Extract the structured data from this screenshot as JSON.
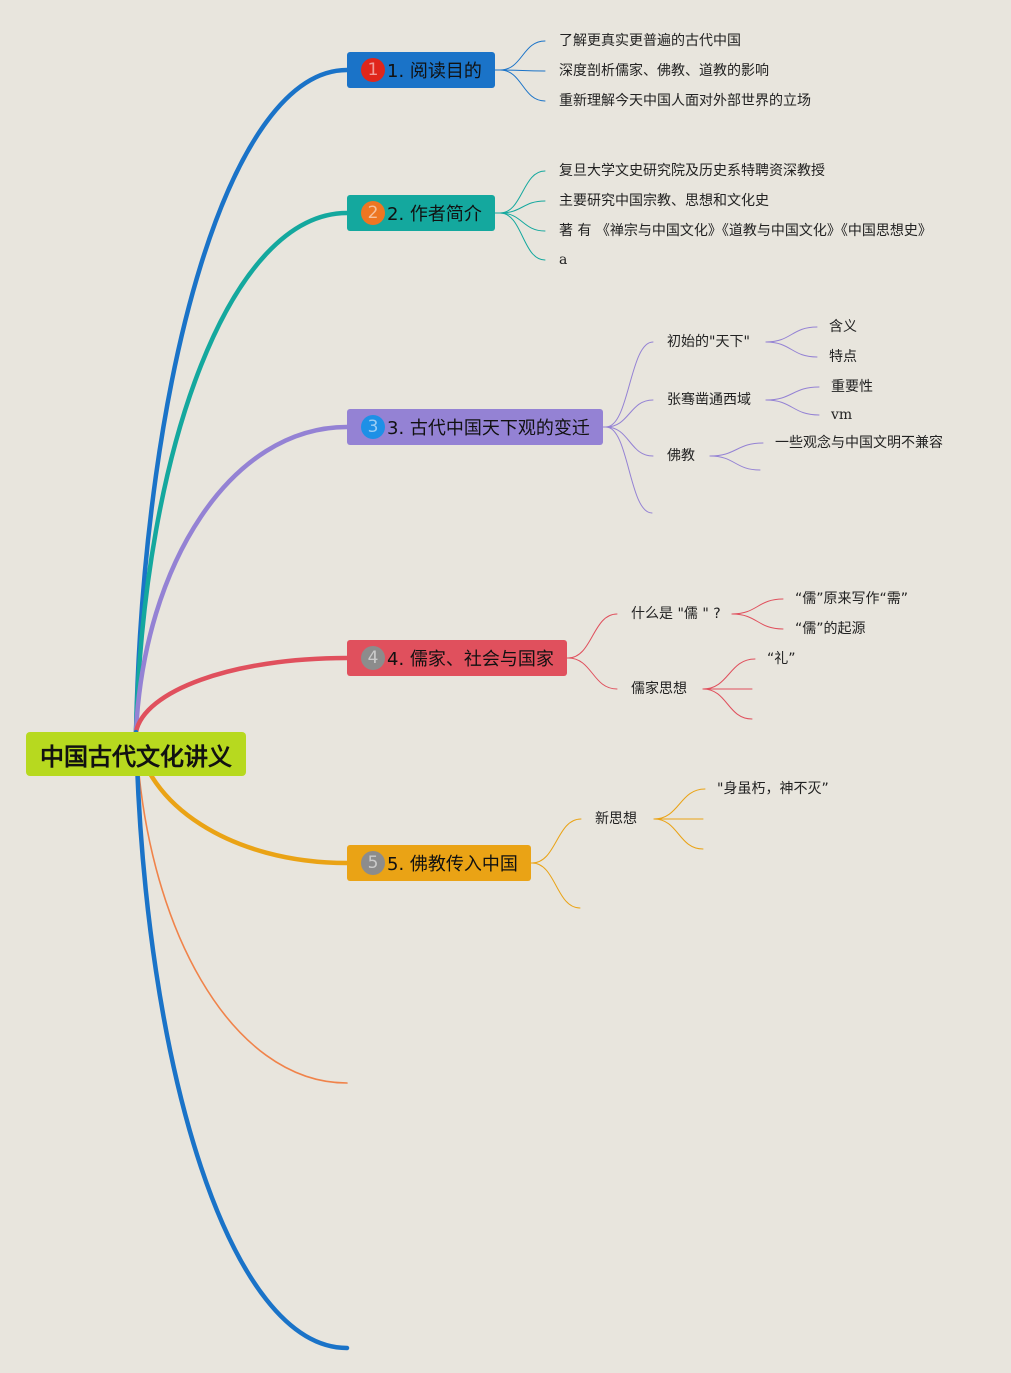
{
  "root": {
    "title": "中国古代文化讲义"
  },
  "branches": [
    {
      "badge": "1",
      "label": "1. 阅读目的",
      "color": "#1a73c8",
      "badge_color": "#e0261b",
      "children": [
        {
          "text": "了解更真实更普遍的古代中国"
        },
        {
          "text": "深度剖析儒家、佛教、道教的影响"
        },
        {
          "text": "重新理解今天中国人面对外部世界的立场"
        }
      ]
    },
    {
      "badge": "2",
      "label": "2. 作者简介",
      "color": "#14a89e",
      "badge_color": "#ee7622",
      "children": [
        {
          "text": "复旦大学文史研究院及历史系特聘资深教授"
        },
        {
          "text": "主要研究中国宗教、思想和文化史"
        },
        {
          "text": "著 有 《禅宗与中国文化》《道教与中国文化》《中国思想史》"
        },
        {
          "text": "a"
        }
      ]
    },
    {
      "badge": "3",
      "label": "3. 古代中国天下观的变迁",
      "color": "#9482d4",
      "badge_color": "#1e90e6",
      "children": [
        {
          "text": "初始的\"天下\"",
          "children": [
            {
              "text": "含义"
            },
            {
              "text": "特点"
            }
          ]
        },
        {
          "text": "张骞凿通西域",
          "children": [
            {
              "text": "重要性"
            },
            {
              "text": "vm"
            }
          ]
        },
        {
          "text": "佛教",
          "children": [
            {
              "text": "一些观念与中国文明不兼容"
            },
            {
              "text": ""
            }
          ]
        },
        {
          "text": ""
        }
      ]
    },
    {
      "badge": "4",
      "label": "4. 儒家、社会与国家",
      "color": "#e0505d",
      "badge_color": "#8c8c8c",
      "children": [
        {
          "text": "什么是 \"儒 \" ?",
          "children": [
            {
              "text": "“儒”原来写作“需”"
            },
            {
              "text": "“儒”的起源"
            }
          ]
        },
        {
          "text": "儒家思想",
          "children": [
            {
              "text": "“礼”"
            },
            {
              "text": ""
            },
            {
              "text": ""
            }
          ]
        }
      ]
    },
    {
      "badge": "5",
      "label": "5. 佛教传入中国",
      "color": "#eaa315",
      "badge_color": "#8c8c8c",
      "children": [
        {
          "text": "新思想",
          "children": [
            {
              "text": "\"身虽朽，神不灭”"
            },
            {
              "text": ""
            },
            {
              "text": ""
            }
          ]
        },
        {
          "text": ""
        }
      ]
    }
  ],
  "extra_lines": [
    {
      "color": "#f0834a"
    },
    {
      "color": "#1a73c8"
    }
  ]
}
